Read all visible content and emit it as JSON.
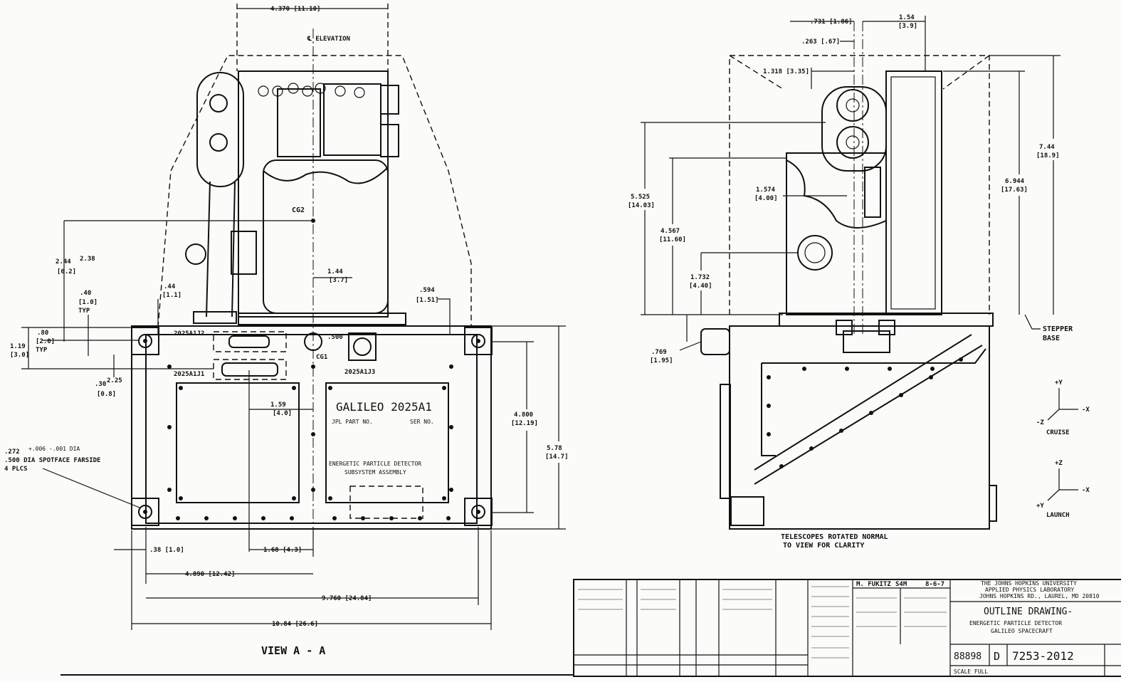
{
  "view_a": {
    "top_dim": "4.370 [11.10]",
    "elevation_label": "℄ ELEVATION",
    "cg2_label": "CG2",
    "cg1_label": "CG1",
    "connector_j2": "2025A1J2",
    "connector_j1": "2025A1J1",
    "connector_j3": "2025A1J3",
    "dim_500": ".500",
    "dim_244": "2.44",
    "dim_244b": "[6.2]",
    "dim_238": "2.38",
    "dim_144": "1.44",
    "dim_144b": "[3.7]",
    "dim_40": ".40",
    "dim_40b": "[1.0]",
    "typ": "TYP",
    "dim_44": ".44",
    "dim_44b": "[1.1]",
    "dim_594": ".594",
    "dim_594b": "[1.51]",
    "dim_80": ".80",
    "dim_80b": "[2.0]",
    "dim_119": "1.19",
    "dim_119b": "[3.0]",
    "dim_30": ".30",
    "dim_325": "2.25",
    "dim_30b": "[0.8]",
    "dim_159": "1.59",
    "dim_159b": "[4.0]",
    "dim_4800": "4.800",
    "dim_4800b": "[12.19]",
    "dim_578": "5.78",
    "dim_578b": "[14.7]",
    "hole_note_1": ".272",
    "hole_note_tol": "+.006 -.001 DIA",
    "hole_note_2": ".500 DIA SPOTFACE FARSIDE",
    "hole_note_3": "4 PLCS",
    "dim_38": ".38 [1.0]",
    "dim_168": "1.68 [4.3]",
    "dim_4890": "4.890 [12.42]",
    "dim_9760": "9.760 [24.84]",
    "dim_1084": "10.84 [26.6]",
    "view_label": "VIEW A - A",
    "plate_title": "GALILEO 2025A1",
    "plate_part": "JPL PART NO.",
    "plate_ser": "SER NO.",
    "plate_desc_1": "ENERGETIC PARTICLE DETECTOR",
    "plate_desc_2": "SUBSYSTEM ASSEMBLY"
  },
  "side_view": {
    "dim_731": ".731 [1.86]",
    "dim_154": "1.54",
    "dim_154b": "[3.9]",
    "dim_263": ".263 [.67]",
    "dim_1318": "1.318 [3.35]",
    "dim_744": "7.44",
    "dim_744b": "[18.9]",
    "dim_6944": "6.944",
    "dim_6944b": "[17.63]",
    "dim_5525": "5.525",
    "dim_5525b": "[14.03]",
    "dim_1574": "1.574",
    "dim_1574b": "[4.00]",
    "dim_4567": "4.567",
    "dim_4567b": "[11.60]",
    "dim_1732": "1.732",
    "dim_1732b": "[4.40]",
    "dim_769": ".769",
    "dim_769b": "[1.95]",
    "stepper_1": "STEPPER",
    "stepper_2": "BASE",
    "note_1": "TELESCOPES ROTATED NORMAL",
    "note_2": "TO VIEW FOR CLARITY",
    "ax_y": "+Y",
    "ax_x": "-X",
    "ax_z": "-Z",
    "cruise": "CRUISE",
    "ax_z2": "+Z",
    "ax_x2": "-X",
    "ax_y2": "+Y",
    "launch": "LAUNCH"
  },
  "title_block": {
    "drawn_by": "M. FUKITZ",
    "initials": "S4M",
    "date": "8-6-7",
    "org_1": "THE JOHNS HOPKINS UNIVERSITY",
    "org_2": "APPLIED PHYSICS LABORATORY",
    "org_3": "JOHNS HOPKINS RD., LAUREL, MD 20810",
    "title_1": "OUTLINE DRAWING-",
    "title_2": "ENERGETIC PARTICLE DETECTOR",
    "title_3": "GALILEO SPACECRAFT",
    "code": "88898",
    "size": "D",
    "dwg_no": "7253-2012",
    "scale": "SCALE FULL"
  }
}
